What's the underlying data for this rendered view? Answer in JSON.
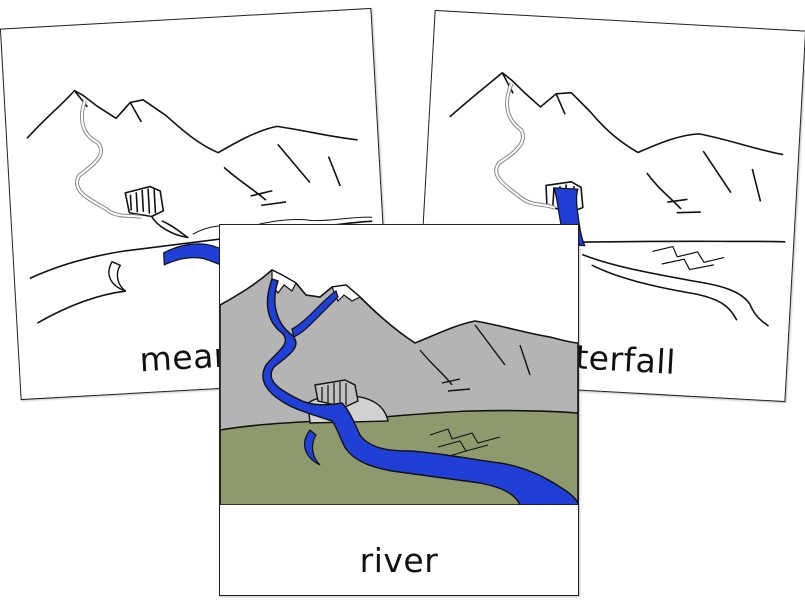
{
  "cards": [
    {
      "id": "left",
      "label": "meander",
      "style": "outline",
      "highlight": "meander"
    },
    {
      "id": "right",
      "label": "waterfall",
      "style": "outline",
      "highlight": "waterfall"
    },
    {
      "id": "front",
      "label": "river",
      "style": "color",
      "highlight": "river"
    }
  ],
  "colors": {
    "water": "#1f3fd6",
    "mountain": "#b4b4b4",
    "grass": "#8e9a6e",
    "snow": "#ffffff",
    "outline": "#111111",
    "rock": "#d2d2d2"
  }
}
